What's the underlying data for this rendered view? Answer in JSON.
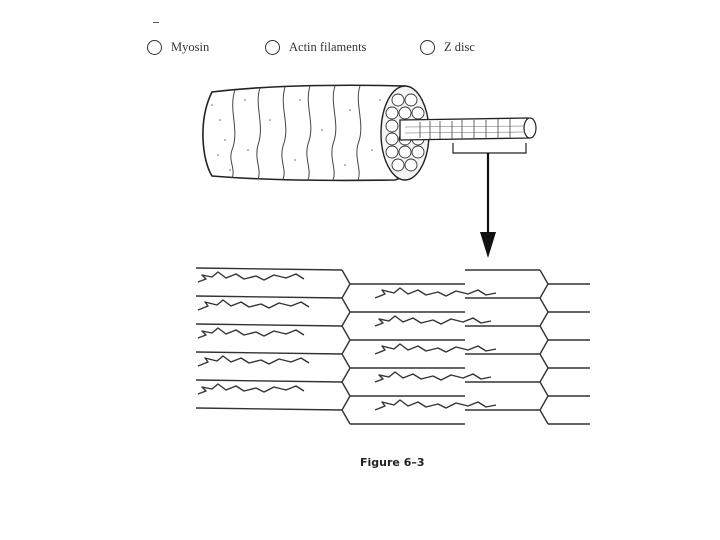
{
  "legend": [
    {
      "label": "Myosin"
    },
    {
      "label": "Actin filaments"
    },
    {
      "label": "Z disc"
    }
  ],
  "caption": "Figure 6–3"
}
